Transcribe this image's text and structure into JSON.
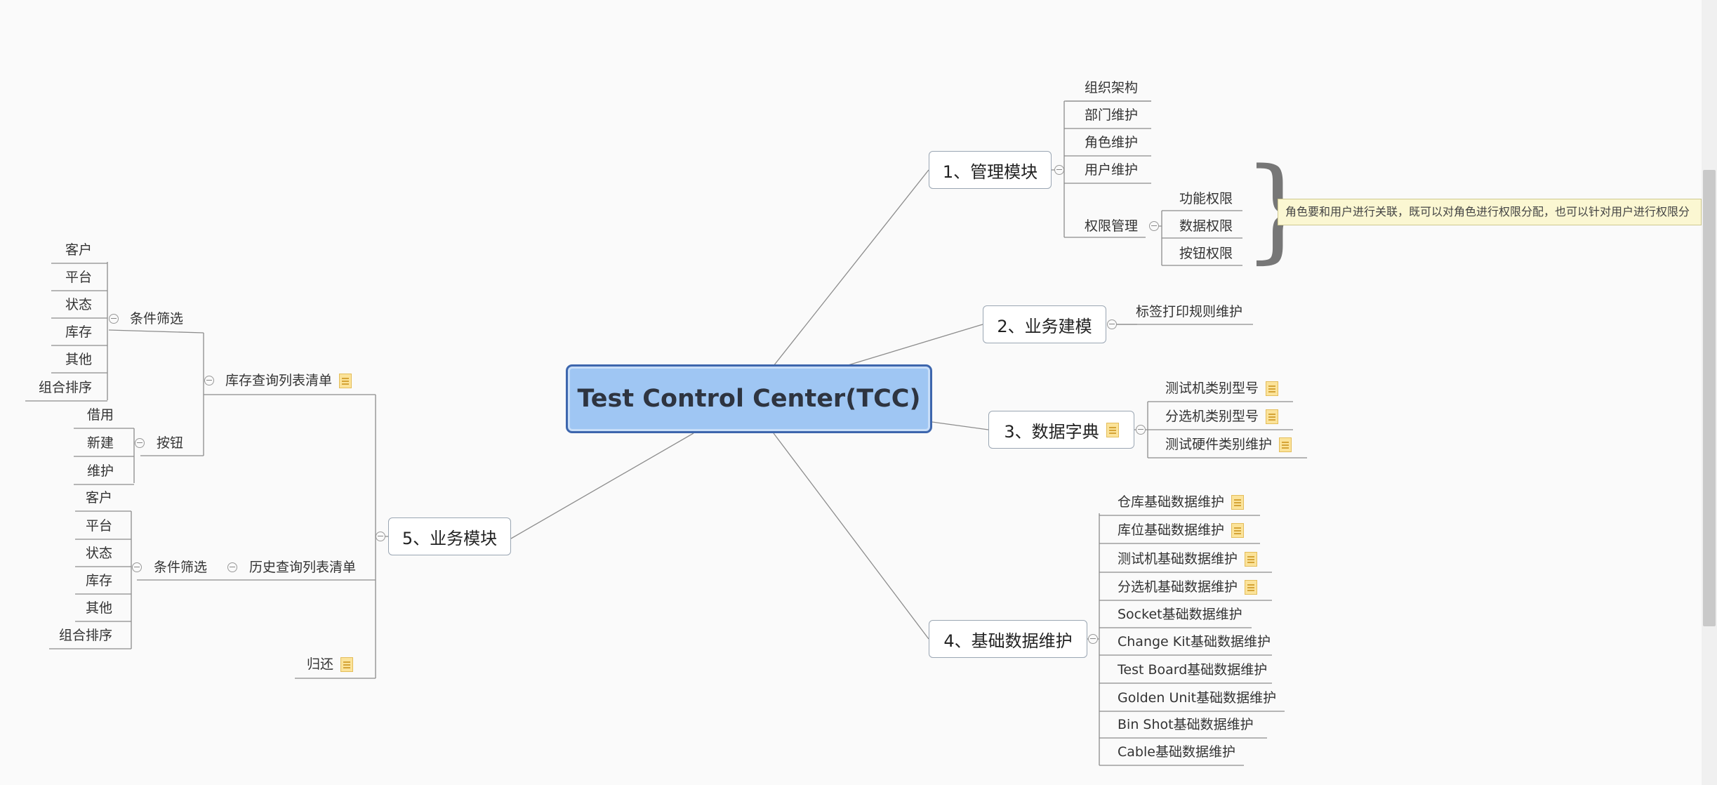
{
  "root": "Test Control Center(TCC)",
  "topics": {
    "m1": "1、管理模块",
    "m2": "2、业务建模",
    "m3": "3、数据字典",
    "m4": "4、基础数据维护",
    "m5": "5、业务模块"
  },
  "m1_items": [
    "组织架构",
    "部门维护",
    "角色维护",
    "用户维护",
    "权限管理"
  ],
  "m1_perm_items": [
    "功能权限",
    "数据权限",
    "按钮权限"
  ],
  "m1_callout": "角色要和用户进行关联，既可以对角色进行权限分配，也可以针对用户进行权限分",
  "m2_items": [
    "标签打印规则维护"
  ],
  "m3_items": [
    "测试机类别型号",
    "分选机类别型号",
    "测试硬件类别维护"
  ],
  "m4_items": [
    "仓库基础数据维护",
    "库位基础数据维护",
    "测试机基础数据维护",
    "分选机基础数据维护",
    "Socket基础数据维护",
    "Change Kit基础数据维护",
    "Test Board基础数据维护",
    "Golden Unit基础数据维护",
    "Bin Shot基础数据维护",
    "Cable基础数据维护"
  ],
  "m5": {
    "inventory": "库存查询列表清单",
    "inv_filter": "条件筛选",
    "inv_filter_items": [
      "客户",
      "平台",
      "状态",
      "库存",
      "其他",
      "组合排序"
    ],
    "inv_button": "按钮",
    "inv_button_items": [
      "借用",
      "新建",
      "维护"
    ],
    "history": "历史查询列表清单",
    "hist_filter": "条件筛选",
    "hist_filter_items": [
      "客户",
      "平台",
      "状态",
      "库存",
      "其他",
      "组合排序"
    ],
    "return": "归还"
  },
  "icons": {
    "note": "note-icon",
    "collapse": "collapse-icon"
  },
  "colors": {
    "root_fill": "#9fc6f3",
    "root_border": "#3d66ad",
    "line": "#8c8c8c",
    "callout_fill": "#fbf7d2"
  }
}
